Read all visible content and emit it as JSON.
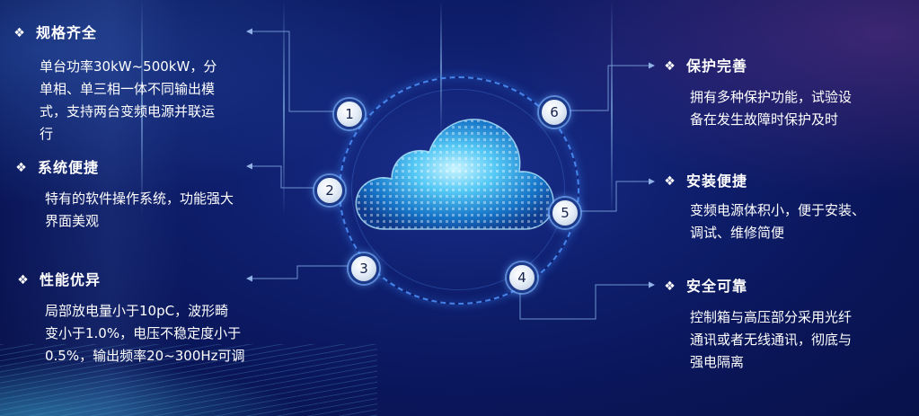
{
  "features": [
    {
      "num": "1",
      "title": "规格齐全",
      "lines": [
        "单台功率30kW~500kW，分",
        "单相、单三相一体不同输出模",
        "式，支持两台变频电源并联运",
        "行"
      ]
    },
    {
      "num": "2",
      "title": "系统便捷",
      "lines": [
        "特有的软件操作系统，功能强大",
        "界面美观"
      ]
    },
    {
      "num": "3",
      "title": "性能优异",
      "lines": [
        "局部放电量小于10pC，波形畸",
        "变小于1.0%，电压不稳定度小于",
        "0.5%，输出频率20~300Hz可调"
      ]
    },
    {
      "num": "4",
      "title": "安全可靠",
      "lines": [
        "控制箱与高压部分采用光纤",
        "通讯或者无线通讯，彻底与",
        "强电隔离"
      ]
    },
    {
      "num": "5",
      "title": "安装便捷",
      "lines": [
        "变频电源体积小，便于安装、",
        "调试、维修简便"
      ]
    },
    {
      "num": "6",
      "title": "保护完善",
      "lines": [
        "拥有多种保护功能，试验设",
        "备在发生故障时保护及时"
      ]
    }
  ],
  "icons": {
    "bullet": "diamond-bullet-icon",
    "center": "cloud-icon"
  },
  "colors": {
    "accent": "#58c8ff",
    "connector": "#5e86c6",
    "ring": "#3f7ee8"
  }
}
